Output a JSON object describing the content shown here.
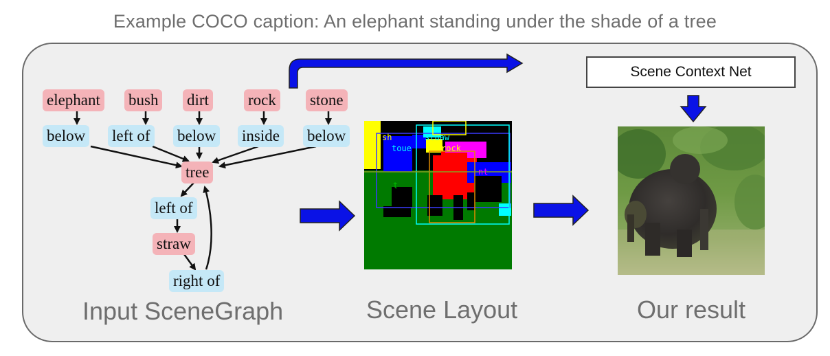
{
  "caption": "Example COCO caption: An elephant standing under the shade of a tree",
  "scene_graph": {
    "title": "Input SceneGraph",
    "objects": {
      "elephant": "elephant",
      "bush": "bush",
      "dirt": "dirt",
      "rock": "rock",
      "stone": "stone",
      "tree": "tree",
      "straw": "straw"
    },
    "relations": {
      "r1": "below",
      "r2": "left of",
      "r3": "below",
      "r4": "inside",
      "r5": "below",
      "r6": "left of",
      "r7": "right of"
    }
  },
  "layout": {
    "title": "Scene Layout",
    "colors": {
      "sky_black": "#000000",
      "ground": "#007a00",
      "sky_yellow": "#ffff00",
      "blue": "#0000ff",
      "red": "#ff0000",
      "cyan": "#00ffff",
      "magenta": "#ff00ff"
    },
    "fragment_labels": {
      "a": "sh",
      "b": "stuaw",
      "c": "toue",
      "d": "rock",
      "e": "nt",
      "f": "t"
    }
  },
  "context_net": {
    "label": "Scene Context Net"
  },
  "result": {
    "title": "Our result"
  },
  "arrow_color": "#0a12e6"
}
